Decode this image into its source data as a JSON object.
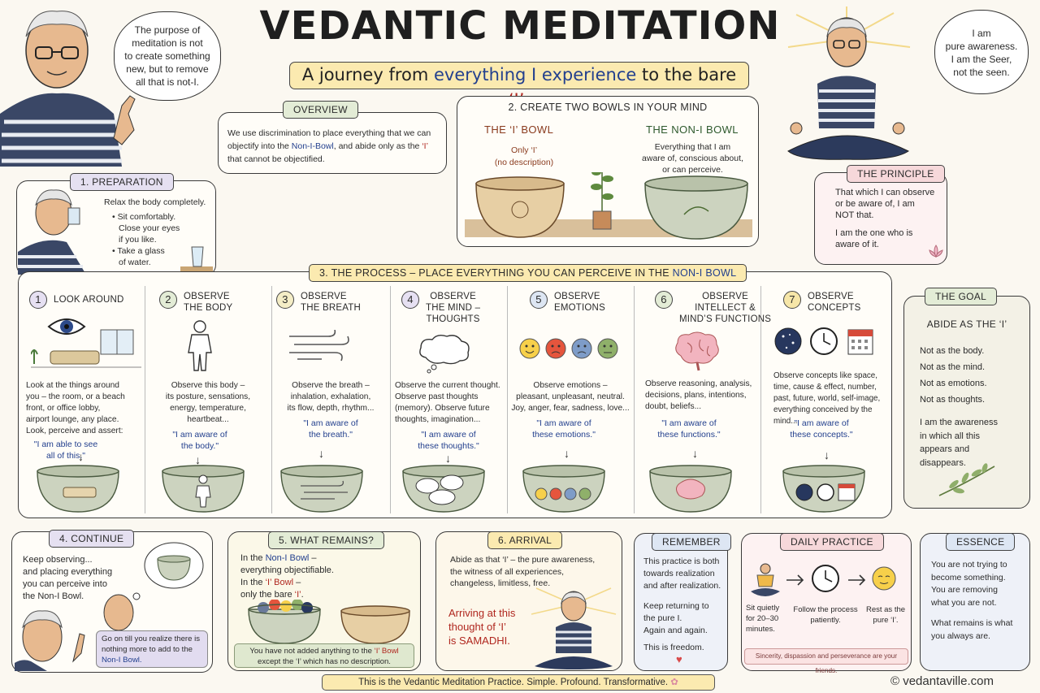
{
  "header": {
    "title": "VEDANTIC MEDITATION",
    "subtitle_a": "A journey from ",
    "subtitle_b": "everything I experience",
    "subtitle_c": " to the bare ",
    "subtitle_d": "‘I’",
    "subtitle_e": "."
  },
  "left_bubble": {
    "l1": "The purpose of",
    "l2": "meditation is not",
    "l3": "to create something",
    "l4": "new, but to remove",
    "l5": "all that is not-I."
  },
  "right_bubble": {
    "l1": "I am",
    "l2": "pure awareness.",
    "l3": "I am the Seer,",
    "l4": "not the seen."
  },
  "overview": {
    "tag": "OVERVIEW",
    "t1": "We use discrimination to place everything that we can",
    "t2": "objectify into the ",
    "t3": "Non-I-Bowl",
    "t4": ", and abide only as the ",
    "t5": "‘I’",
    "t6": "that cannot be objectified."
  },
  "bowls": {
    "heading": "2. CREATE TWO BOWLS IN YOUR MIND",
    "i_title": "THE ‘I’ BOWL",
    "i_l1": "Only ‘I’",
    "i_l2": "(no description)",
    "non_title": "THE NON-I BOWL",
    "non_l1": "Everything that I am",
    "non_l2": "aware of, conscious about,",
    "non_l3": "or can perceive."
  },
  "preparation": {
    "tag": "1. PREPARATION",
    "intro": "Relax the body completely.",
    "b1a": "Sit comfortably.",
    "b1b": "Close your eyes",
    "b1c": "if you like.",
    "b2a": "Take a glass",
    "b2b": "of water."
  },
  "principle": {
    "tag": "THE PRINCIPLE",
    "l1": "That which I can observe",
    "l2": "or be aware of, I am",
    "l3": "NOT that.",
    "l4": "I am the one who is",
    "l5": "aware of it."
  },
  "process": {
    "heading_a": "3. THE PROCESS – PLACE EVERYTHING YOU CAN PERCEIVE IN THE ",
    "heading_b": "NON-I BOWL",
    "steps": [
      {
        "num": "1",
        "h1": "LOOK AROUND",
        "h2": "",
        "h3": "",
        "t": [
          "Look at the things around",
          "you – the room, or a beach",
          "front, or office lobby,",
          "airport lounge, any place.",
          "Look, perceive and assert:"
        ],
        "q": [
          "\"I am able to see",
          "all of this.\""
        ]
      },
      {
        "num": "2",
        "h1": "OBSERVE",
        "h2": "THE BODY",
        "h3": "",
        "t": [
          "Observe this body –",
          "its posture, sensations,",
          "energy, temperature,",
          "heartbeat..."
        ],
        "q": [
          "\"I am aware of",
          "the body.\""
        ]
      },
      {
        "num": "3",
        "h1": "OBSERVE",
        "h2": "THE BREATH",
        "h3": "",
        "t": [
          "Observe the breath –",
          "inhalation, exhalation,",
          "its flow, depth, rhythm..."
        ],
        "q": [
          "\"I am aware of",
          "the breath.\""
        ]
      },
      {
        "num": "4",
        "h1": "OBSERVE",
        "h2": "THE MIND –",
        "h3": "THOUGHTS",
        "t": [
          "Observe the current thought.",
          "Observe past thoughts",
          "(memory). Observe future",
          "thoughts, imagination..."
        ],
        "q": [
          "\"I am aware of",
          "these thoughts.\""
        ]
      },
      {
        "num": "5",
        "h1": "OBSERVE",
        "h2": "EMOTIONS",
        "h3": "",
        "t": [
          "Observe emotions –",
          "pleasant, unpleasant, neutral.",
          "Joy, anger, fear, sadness, love..."
        ],
        "q": [
          "\"I am aware of",
          "these emotions.\""
        ]
      },
      {
        "num": "6",
        "h1": "OBSERVE",
        "h2": "INTELLECT &",
        "h3": "MIND’S FUNCTIONS",
        "t": [
          "Observe reasoning, analysis,",
          "decisions, plans, intentions,",
          "doubt, beliefs..."
        ],
        "q": [
          "\"I am aware of",
          "these functions.\""
        ]
      },
      {
        "num": "7",
        "h1": "OBSERVE",
        "h2": "CONCEPTS",
        "h3": "",
        "t": [
          "Observe concepts like space,",
          "time, cause & effect, number,",
          "past, future, world, self-image,",
          "everything conceived by the mind..."
        ],
        "q": [
          "\"I am aware of",
          "these concepts.\""
        ]
      }
    ]
  },
  "goal": {
    "tag": "THE GOAL",
    "head": "ABIDE AS THE ‘I’",
    "n1": "Not as the body.",
    "n2": "Not as the mind.",
    "n3": "Not as emotions.",
    "n4": "Not as thoughts.",
    "a1": "I am the awareness",
    "a2": "in which all this",
    "a3": "appears and",
    "a4": "disappears."
  },
  "continue": {
    "tag": "4. CONTINUE",
    "l1": "Keep observing...",
    "l2": "and placing everything",
    "l3": "you can perceive into",
    "l4": "the Non-I Bowl.",
    "n1": "Go on till you realize there is",
    "n2": "nothing more to add to the",
    "n3": "Non-I Bowl."
  },
  "remains": {
    "tag": "5. WHAT REMAINS?",
    "l1a": "In the ",
    "l1b": "Non-I Bowl",
    "l1c": " –",
    "l2": "everything objectifiable.",
    "l3a": "In the ",
    "l3b": "‘I’ Bowl",
    "l3c": " –",
    "l4a": "only the bare ",
    "l4b": "‘I’",
    "l4c": ".",
    "n1a": "You have not added anything to the ",
    "n1b": "‘I’ Bowl",
    "n2": "except the ‘I’ which has no description."
  },
  "arrival": {
    "tag": "6. ARRIVAL",
    "l1": "Abide as that ‘I’ – the pure awareness,",
    "l2": "the witness of all experiences,",
    "l3": "changeless, limitless, free.",
    "r1": "Arriving at this",
    "r2": "thought of ‘I’",
    "r3": "is SAMADHI."
  },
  "remember": {
    "tag": "REMEMBER",
    "l1": "This practice is both",
    "l2": "towards realization",
    "l3": "and after realization.",
    "l4": "Keep returning to",
    "l5": "the pure I.",
    "l6": "Again and again.",
    "l7": "This is freedom."
  },
  "daily": {
    "tag": "DAILY PRACTICE",
    "s1a": "Sit quietly",
    "s1b": "for 20–30",
    "s1c": "minutes.",
    "s2a": "Follow the process",
    "s2b": "patiently.",
    "s3a": "Rest as the",
    "s3b": "pure ‘I’.",
    "foot": "Sincerity, dispassion and perseverance are your friends."
  },
  "essence": {
    "tag": "ESSENCE",
    "l1": "You are not trying to",
    "l2": "become something.",
    "l3": "You are removing",
    "l4": "what you are not.",
    "l5": "What remains is what",
    "l6": "you always are."
  },
  "footer": {
    "banner": "This is the Vedantic Meditation Practice. Simple. Profound. Transformative.",
    "credit": "© vedantaville.com"
  },
  "colors": {
    "accent_blue": "#23408e",
    "accent_red": "#b0271f",
    "bowl_green": "#c9cfba",
    "tag_yellow": "#fbeab0"
  }
}
